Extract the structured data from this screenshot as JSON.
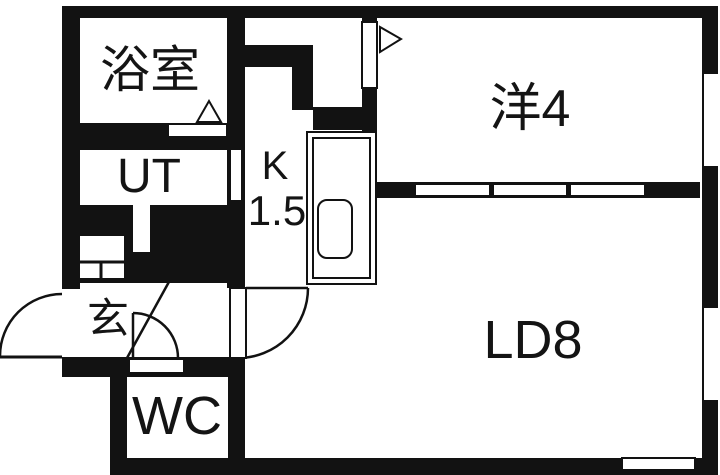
{
  "plan": {
    "type": "floor-plan",
    "colors": {
      "wall": "#121212",
      "floor": "#ffffff",
      "line": "#121212"
    },
    "rooms": {
      "bath": {
        "label": "浴室"
      },
      "utility": {
        "label": "UT"
      },
      "kitchen": {
        "label": "K",
        "size": "1.5"
      },
      "western_room": {
        "label": "洋4"
      },
      "living_dining": {
        "label": "LD8"
      },
      "entrance": {
        "label": "玄"
      },
      "toilet": {
        "label": "WC"
      }
    }
  }
}
